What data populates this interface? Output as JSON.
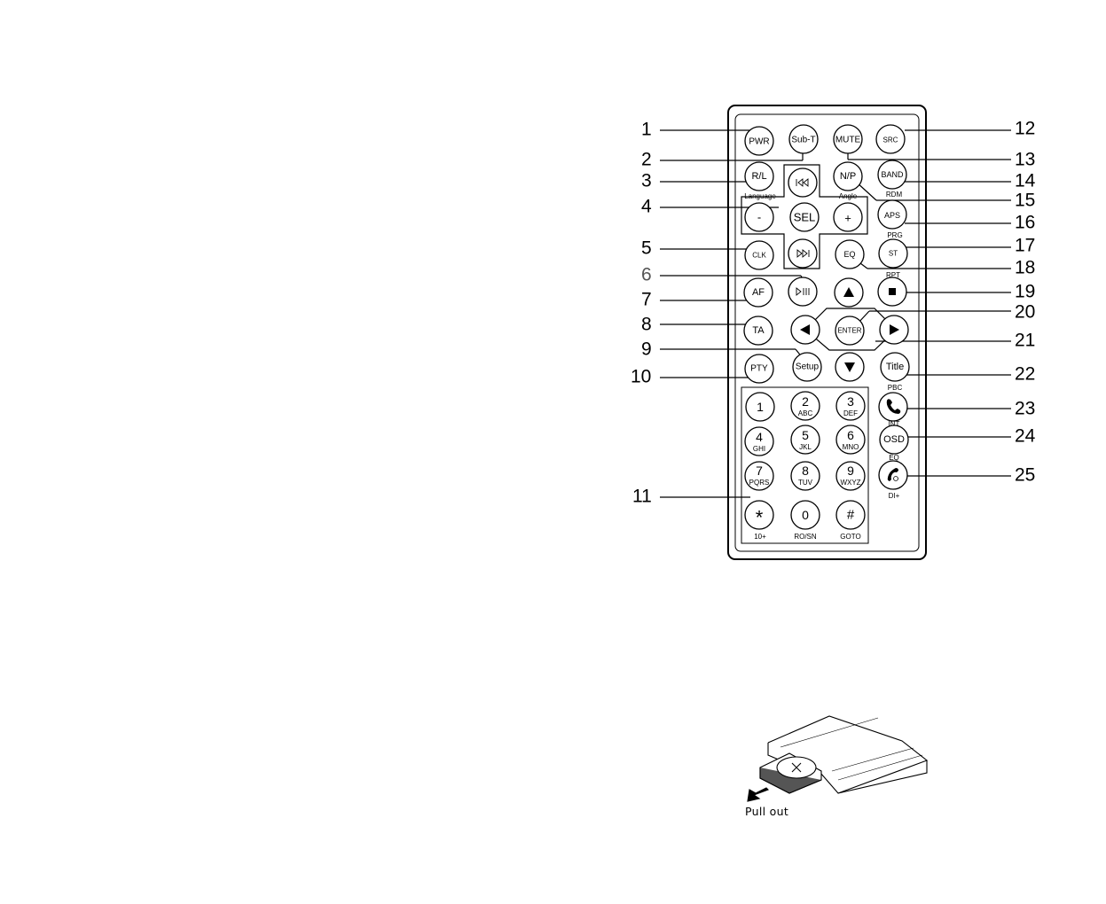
{
  "buttons": {
    "pwr": "PWR",
    "subt": "Sub-T",
    "mute": "MUTE",
    "src": "SRC",
    "rl": "R/L",
    "np": "N/P",
    "band": "BAND",
    "minus": "-",
    "sel": "SEL",
    "plus": "+",
    "aps": "APS",
    "clk": "CLK",
    "eq": "EQ",
    "st": "ST",
    "af": "AF",
    "ta": "TA",
    "enter": "ENTER",
    "setup": "Setup",
    "pty": "PTY",
    "title": "Title",
    "osd": "OSD",
    "k1": "1",
    "k2": "2",
    "k3": "3",
    "k4": "4",
    "k5": "5",
    "k6": "6",
    "k7": "7",
    "k8": "8",
    "k9": "9",
    "kstar": "*",
    "k0": "0",
    "khash": "#"
  },
  "sublabels": {
    "language": "Language",
    "angle": "Angle",
    "rdm": "RDM",
    "prg": "PRG",
    "rpt": "RPT",
    "pbc": "PBC",
    "k2": "ABC",
    "k3": "DEF",
    "k4": "GHI",
    "k5": "JKL",
    "k6": "MNO",
    "k7": "PQRS",
    "k8": "TUV",
    "k9": "WXYZ",
    "kstar": "10+",
    "k0": "RO/SN",
    "khash": "GOTO",
    "tiny1": "INT",
    "tiny2": "EQ",
    "tiny3": "DI+"
  },
  "callouts": [
    "1",
    "2",
    "3",
    "4",
    "5",
    "6",
    "7",
    "8",
    "9",
    "10",
    "11",
    "12",
    "13",
    "14",
    "15",
    "16",
    "17",
    "18",
    "19",
    "20",
    "21",
    "22",
    "23",
    "24",
    "25"
  ],
  "battery_caption": "Pull out"
}
